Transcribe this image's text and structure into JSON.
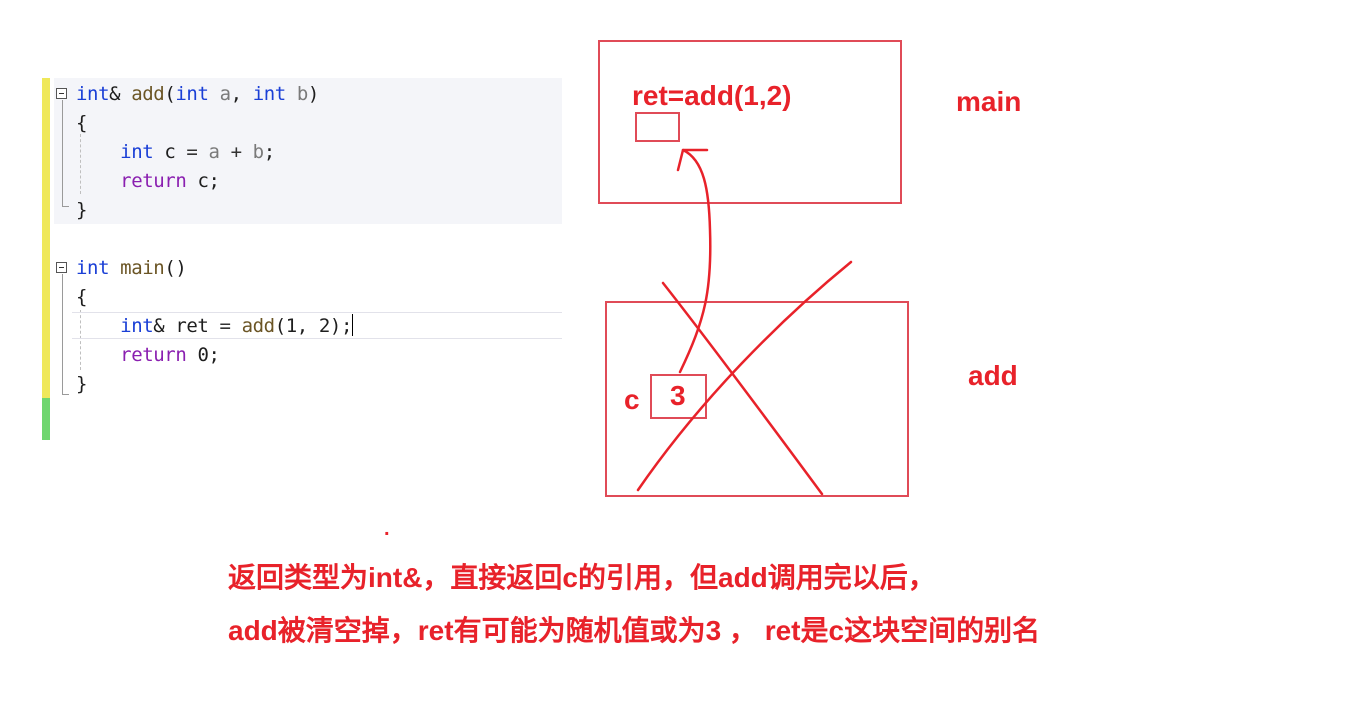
{
  "code": {
    "kw_int": "int",
    "kw_return": "return",
    "add_func": {
      "ret_type_suffix": "&",
      "name": "add",
      "open_paren": "(",
      "param_a": "a",
      "comma": ", ",
      "param_b": "b",
      "close_paren": ")",
      "open_brace": "{",
      "body_line_var": "c",
      "body_line_assign": " = ",
      "body_line_a": "a",
      "body_line_plus": " + ",
      "body_line_b": "b",
      "semicolon": ";",
      "return_value": "c",
      "close_brace": "}"
    },
    "main_func": {
      "name": "main",
      "parens": "()",
      "open_brace": "{",
      "ret_decl_suffix": "& ",
      "ret_var": "ret",
      "assign": " = ",
      "call_name": "add",
      "call_args": "(1, 2)",
      "semicolon": ";",
      "return_value": "0",
      "close_brace": "}"
    }
  },
  "diagram": {
    "main_frame": {
      "expression": "ret=add(1,2)",
      "label": "main"
    },
    "add_frame": {
      "var_name": "c",
      "var_value": "3",
      "label": "add"
    },
    "dot": "."
  },
  "caption": {
    "line1": "返回类型为int&，直接返回c的引用，但add调用完以后，",
    "line2": "add被清空掉，ret有可能为随机值或为3 ， ret是c这块空间的别名"
  },
  "colors": {
    "annotation_red": "#e8222a",
    "box_border": "#e04b57",
    "keyword_blue": "#1a3fd6",
    "keyword_purple": "#8a1fb0",
    "gutter_yellow": "#efe85a",
    "gutter_green": "#6fd66f"
  }
}
